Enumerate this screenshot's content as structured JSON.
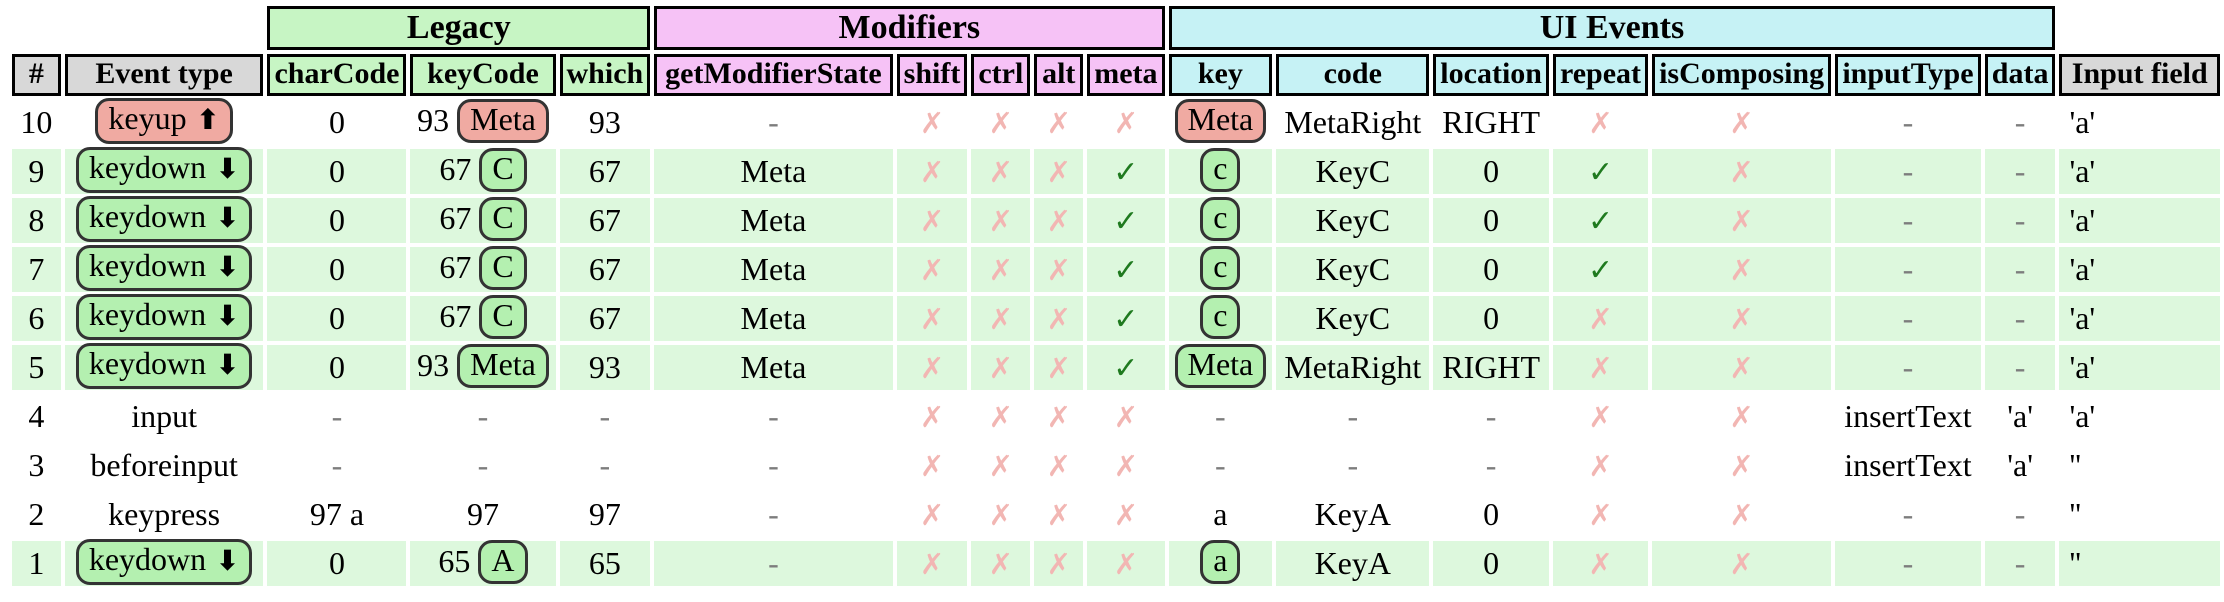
{
  "colors": {
    "legacy-green": "#c7f5c4",
    "modifiers-pink": "#f6c2f6",
    "uievents-cyan": "#c6f2f5",
    "header-gray": "#d8d8d8",
    "row-green": "#ddf8dd",
    "badge-green": "#b4f0b0",
    "badge-salmon": "#f0aaa2",
    "check-green": "#1f7a1f",
    "cross-pink": "#f2b6b3",
    "dash-gray": "#7d7d7d"
  },
  "icons": {
    "up_arrow": "⬆",
    "down_arrow": "⬇",
    "check": "✓",
    "cross": "✗",
    "dash": "-"
  },
  "header_groups": [
    {
      "label": "",
      "span": 2,
      "kind": "spacer"
    },
    {
      "label": "Legacy",
      "span": 3,
      "kind": "legacy"
    },
    {
      "label": "Modifiers",
      "span": 5,
      "kind": "modifiers"
    },
    {
      "label": "UI Events",
      "span": 7,
      "kind": "uievents"
    },
    {
      "label": "",
      "span": 1,
      "kind": "spacer"
    }
  ],
  "columns": [
    {
      "label": "#",
      "kind": "plain",
      "key": "num"
    },
    {
      "label": "Event type",
      "kind": "plain",
      "key": "event-type"
    },
    {
      "label": "charCode",
      "kind": "legacy",
      "key": "charCode"
    },
    {
      "label": "keyCode",
      "kind": "legacy",
      "key": "keyCode"
    },
    {
      "label": "which",
      "kind": "legacy",
      "key": "which"
    },
    {
      "label": "getModifierState",
      "kind": "modifiers",
      "key": "getModifierState"
    },
    {
      "label": "shift",
      "kind": "modifiers",
      "key": "shift"
    },
    {
      "label": "ctrl",
      "kind": "modifiers",
      "key": "ctrl"
    },
    {
      "label": "alt",
      "kind": "modifiers",
      "key": "alt"
    },
    {
      "label": "meta",
      "kind": "modifiers",
      "key": "meta"
    },
    {
      "label": "key",
      "kind": "uievents",
      "key": "key"
    },
    {
      "label": "code",
      "kind": "uievents",
      "key": "code"
    },
    {
      "label": "location",
      "kind": "uievents",
      "key": "location"
    },
    {
      "label": "repeat",
      "kind": "uievents",
      "key": "repeat"
    },
    {
      "label": "isComposing",
      "kind": "uievents",
      "key": "isComposing"
    },
    {
      "label": "inputType",
      "kind": "uievents",
      "key": "inputType"
    },
    {
      "label": "data",
      "kind": "uievents",
      "key": "data"
    },
    {
      "label": "Input field",
      "kind": "plain",
      "key": "input-field"
    }
  ],
  "rows": [
    {
      "bg": "white",
      "cells": [
        {
          "v": "10"
        },
        {
          "badge": {
            "label": "keyup",
            "arrow": "up",
            "color": "salmon"
          }
        },
        {
          "v": "0"
        },
        {
          "prefix": "93",
          "badge": {
            "label": "Meta",
            "color": "salmon"
          }
        },
        {
          "v": "93"
        },
        {
          "dash": true
        },
        {
          "mark": "cross"
        },
        {
          "mark": "cross"
        },
        {
          "mark": "cross"
        },
        {
          "mark": "cross"
        },
        {
          "badge": {
            "label": "Meta",
            "color": "salmon"
          }
        },
        {
          "v": "MetaRight"
        },
        {
          "v": "RIGHT"
        },
        {
          "mark": "cross"
        },
        {
          "mark": "cross"
        },
        {
          "dash": true
        },
        {
          "dash": true
        },
        {
          "v": "'a'"
        }
      ]
    },
    {
      "bg": "green",
      "cells": [
        {
          "v": "9"
        },
        {
          "badge": {
            "label": "keydown",
            "arrow": "down",
            "color": "green"
          }
        },
        {
          "v": "0"
        },
        {
          "prefix": "67",
          "badge": {
            "label": "C",
            "color": "green"
          }
        },
        {
          "v": "67"
        },
        {
          "v": "Meta"
        },
        {
          "mark": "cross"
        },
        {
          "mark": "cross"
        },
        {
          "mark": "cross"
        },
        {
          "mark": "check"
        },
        {
          "badge": {
            "label": "c",
            "color": "green"
          }
        },
        {
          "v": "KeyC"
        },
        {
          "v": "0"
        },
        {
          "mark": "check"
        },
        {
          "mark": "cross"
        },
        {
          "dash": true
        },
        {
          "dash": true
        },
        {
          "v": "'a'"
        }
      ]
    },
    {
      "bg": "green",
      "cells": [
        {
          "v": "8"
        },
        {
          "badge": {
            "label": "keydown",
            "arrow": "down",
            "color": "green"
          }
        },
        {
          "v": "0"
        },
        {
          "prefix": "67",
          "badge": {
            "label": "C",
            "color": "green"
          }
        },
        {
          "v": "67"
        },
        {
          "v": "Meta"
        },
        {
          "mark": "cross"
        },
        {
          "mark": "cross"
        },
        {
          "mark": "cross"
        },
        {
          "mark": "check"
        },
        {
          "badge": {
            "label": "c",
            "color": "green"
          }
        },
        {
          "v": "KeyC"
        },
        {
          "v": "0"
        },
        {
          "mark": "check"
        },
        {
          "mark": "cross"
        },
        {
          "dash": true
        },
        {
          "dash": true
        },
        {
          "v": "'a'"
        }
      ]
    },
    {
      "bg": "green",
      "cells": [
        {
          "v": "7"
        },
        {
          "badge": {
            "label": "keydown",
            "arrow": "down",
            "color": "green"
          }
        },
        {
          "v": "0"
        },
        {
          "prefix": "67",
          "badge": {
            "label": "C",
            "color": "green"
          }
        },
        {
          "v": "67"
        },
        {
          "v": "Meta"
        },
        {
          "mark": "cross"
        },
        {
          "mark": "cross"
        },
        {
          "mark": "cross"
        },
        {
          "mark": "check"
        },
        {
          "badge": {
            "label": "c",
            "color": "green"
          }
        },
        {
          "v": "KeyC"
        },
        {
          "v": "0"
        },
        {
          "mark": "check"
        },
        {
          "mark": "cross"
        },
        {
          "dash": true
        },
        {
          "dash": true
        },
        {
          "v": "'a'"
        }
      ]
    },
    {
      "bg": "green",
      "cells": [
        {
          "v": "6"
        },
        {
          "badge": {
            "label": "keydown",
            "arrow": "down",
            "color": "green"
          }
        },
        {
          "v": "0"
        },
        {
          "prefix": "67",
          "badge": {
            "label": "C",
            "color": "green"
          }
        },
        {
          "v": "67"
        },
        {
          "v": "Meta"
        },
        {
          "mark": "cross"
        },
        {
          "mark": "cross"
        },
        {
          "mark": "cross"
        },
        {
          "mark": "check"
        },
        {
          "badge": {
            "label": "c",
            "color": "green"
          }
        },
        {
          "v": "KeyC"
        },
        {
          "v": "0"
        },
        {
          "mark": "cross"
        },
        {
          "mark": "cross"
        },
        {
          "dash": true
        },
        {
          "dash": true
        },
        {
          "v": "'a'"
        }
      ]
    },
    {
      "bg": "green",
      "cells": [
        {
          "v": "5"
        },
        {
          "badge": {
            "label": "keydown",
            "arrow": "down",
            "color": "green"
          }
        },
        {
          "v": "0"
        },
        {
          "prefix": "93",
          "badge": {
            "label": "Meta",
            "color": "green"
          }
        },
        {
          "v": "93"
        },
        {
          "v": "Meta"
        },
        {
          "mark": "cross"
        },
        {
          "mark": "cross"
        },
        {
          "mark": "cross"
        },
        {
          "mark": "check"
        },
        {
          "badge": {
            "label": "Meta",
            "color": "green"
          }
        },
        {
          "v": "MetaRight"
        },
        {
          "v": "RIGHT"
        },
        {
          "mark": "cross"
        },
        {
          "mark": "cross"
        },
        {
          "dash": true
        },
        {
          "dash": true
        },
        {
          "v": "'a'"
        }
      ]
    },
    {
      "bg": "white",
      "cells": [
        {
          "v": "4"
        },
        {
          "v": "input"
        },
        {
          "dash": true
        },
        {
          "dash": true
        },
        {
          "dash": true
        },
        {
          "dash": true
        },
        {
          "mark": "cross"
        },
        {
          "mark": "cross"
        },
        {
          "mark": "cross"
        },
        {
          "mark": "cross"
        },
        {
          "dash": true
        },
        {
          "dash": true
        },
        {
          "dash": true
        },
        {
          "mark": "cross"
        },
        {
          "mark": "cross"
        },
        {
          "v": "insertText"
        },
        {
          "v": "'a'"
        },
        {
          "v": "'a'"
        }
      ]
    },
    {
      "bg": "white",
      "cells": [
        {
          "v": "3"
        },
        {
          "v": "beforeinput"
        },
        {
          "dash": true
        },
        {
          "dash": true
        },
        {
          "dash": true
        },
        {
          "dash": true
        },
        {
          "mark": "cross"
        },
        {
          "mark": "cross"
        },
        {
          "mark": "cross"
        },
        {
          "mark": "cross"
        },
        {
          "dash": true
        },
        {
          "dash": true
        },
        {
          "dash": true
        },
        {
          "mark": "cross"
        },
        {
          "mark": "cross"
        },
        {
          "v": "insertText"
        },
        {
          "v": "'a'"
        },
        {
          "v": "''"
        }
      ]
    },
    {
      "bg": "white",
      "cells": [
        {
          "v": "2"
        },
        {
          "v": "keypress"
        },
        {
          "v": "97 a"
        },
        {
          "v": "97"
        },
        {
          "v": "97"
        },
        {
          "dash": true
        },
        {
          "mark": "cross"
        },
        {
          "mark": "cross"
        },
        {
          "mark": "cross"
        },
        {
          "mark": "cross"
        },
        {
          "v": "a"
        },
        {
          "v": "KeyA"
        },
        {
          "v": "0"
        },
        {
          "mark": "cross"
        },
        {
          "mark": "cross"
        },
        {
          "dash": true
        },
        {
          "dash": true
        },
        {
          "v": "''"
        }
      ]
    },
    {
      "bg": "green",
      "cells": [
        {
          "v": "1"
        },
        {
          "badge": {
            "label": "keydown",
            "arrow": "down",
            "color": "green"
          }
        },
        {
          "v": "0"
        },
        {
          "prefix": "65",
          "badge": {
            "label": "A",
            "color": "green"
          }
        },
        {
          "v": "65"
        },
        {
          "dash": true
        },
        {
          "mark": "cross"
        },
        {
          "mark": "cross"
        },
        {
          "mark": "cross"
        },
        {
          "mark": "cross"
        },
        {
          "badge": {
            "label": "a",
            "color": "green"
          }
        },
        {
          "v": "KeyA"
        },
        {
          "v": "0"
        },
        {
          "mark": "cross"
        },
        {
          "mark": "cross"
        },
        {
          "dash": true
        },
        {
          "dash": true
        },
        {
          "v": "''"
        }
      ]
    }
  ]
}
